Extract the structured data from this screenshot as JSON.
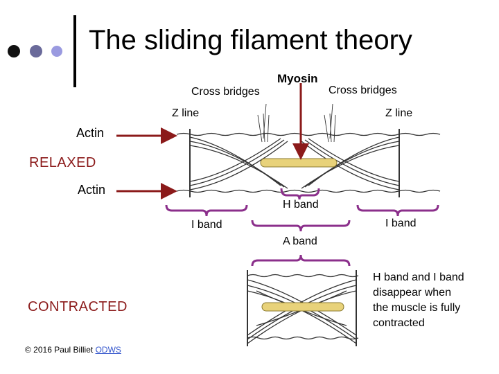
{
  "title": "The sliding filament theory",
  "labels": {
    "myosin": "Myosin",
    "cross_bridges_left": "Cross bridges",
    "cross_bridges_right": "Cross bridges",
    "z_line_left": "Z line",
    "z_line_right": "Z line",
    "actin_top": "Actin",
    "actin_bottom": "Actin",
    "relaxed": "RELAXED",
    "contracted": "CONTRACTED",
    "h_band": "H band",
    "i_band_left": "I band",
    "i_band_right": "I band",
    "a_band": "A band"
  },
  "note_lines": [
    "H band and I band",
    "disappear when",
    "the muscle is fully",
    "contracted"
  ],
  "credit": {
    "text": "© 2016 Paul Billiet ",
    "link": "ODWS"
  },
  "colors": {
    "arrow": "#8b1a1a",
    "brace": "#8b2f8b",
    "dot_dark": "#111111",
    "dot_mid": "#6a6a9a",
    "dot_light": "#9a9ae0",
    "myosin_fill": "#e8d27a"
  }
}
